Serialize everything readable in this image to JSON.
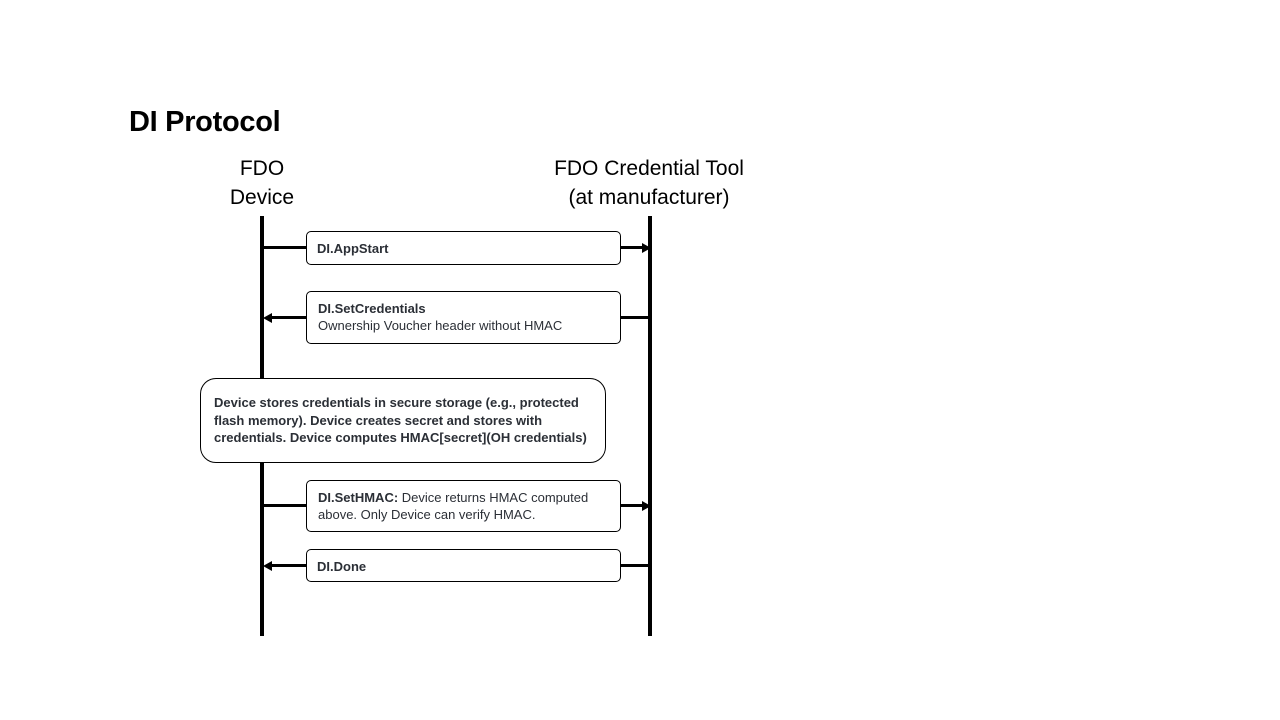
{
  "title": "DI Protocol",
  "actors": {
    "device": [
      "FDO",
      "Device"
    ],
    "tool": [
      "FDO Credential Tool",
      "(at manufacturer)"
    ]
  },
  "messages": {
    "app_start": {
      "name": "DI.AppStart",
      "direction": "device-to-tool"
    },
    "set_credentials": {
      "name": "DI.SetCredentials",
      "detail": "Ownership Voucher header without HMAC",
      "direction": "tool-to-device"
    },
    "set_hmac": {
      "name": "DI.SetHMAC:",
      "detail": " Device returns HMAC computed above.  Only Device can verify HMAC.",
      "direction": "device-to-tool"
    },
    "done": {
      "name": "DI.Done",
      "direction": "tool-to-device"
    }
  },
  "note": "Device stores credentials in secure storage (e.g., protected flash memory).  Device creates secret and stores with credentials.  Device computes HMAC[secret](OH credentials)",
  "colors": {
    "line": "#000000",
    "box_text": "#2b2f36",
    "background": "#ffffff"
  }
}
